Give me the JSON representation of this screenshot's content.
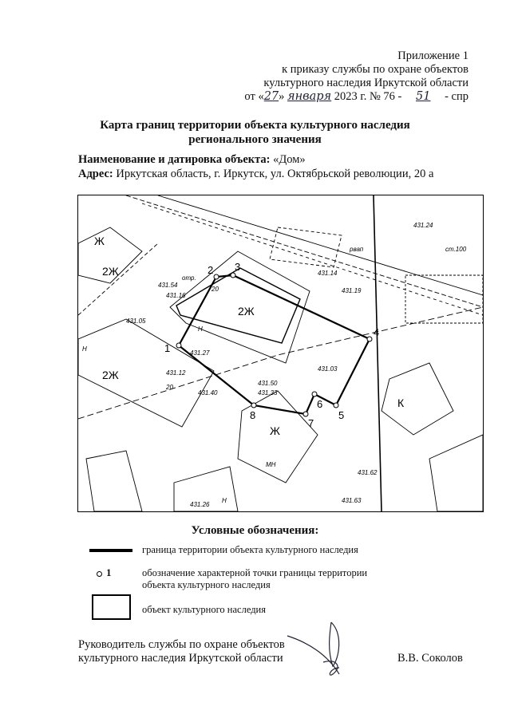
{
  "header": {
    "appendix": "Приложение 1",
    "line2": "к приказу службы по охране объектов",
    "line3": "культурного наследия Иркутской области",
    "date_prefix": "от «",
    "day": "27",
    "date_mid": "»",
    "month": "января",
    "year_no": "2023 г. № 76 -",
    "number": "51",
    "suffix": "- спр"
  },
  "title": {
    "line1": "Карта границ территории объекта культурного наследия",
    "line2": "регионального значения"
  },
  "object": {
    "name_label": "Наименование и датировка объекта:",
    "name_value": "«Дом»",
    "address_label": "Адрес:",
    "address_value": "Иркутская область, г. Иркутск, ул. Октябрьской революции, 20 а"
  },
  "map": {
    "boundary_points": [
      "1",
      "2",
      "3",
      "4",
      "5",
      "6",
      "7",
      "8"
    ],
    "labels": {
      "main_building": "2Ж",
      "house_no": "20",
      "b_left": "2Ж",
      "b_left_no": "20",
      "b_top_left": "Ж",
      "b_tl2": "2Ж",
      "b_bottom": "Ж",
      "b_bottom2": "МН",
      "b_right": "К",
      "n1": "Н",
      "n2": "Н",
      "n3": "Н",
      "e1": "431.54",
      "e2": "431.27",
      "e3": "431.40",
      "e4": "431.03",
      "e5": "431.26",
      "e6": "431.16",
      "e7": "431.05",
      "e8": "431.33",
      "e9": "431.19",
      "e10": "431.14",
      "e11": "431.24",
      "e12": "431.62",
      "e13": "431.63",
      "e14": "431.12",
      "e15": "431.50",
      "otr": "отр.",
      "ct": "ст.100",
      "road": "рвап"
    }
  },
  "legend": {
    "title": "Условные обозначения:",
    "boundary": "граница территории объекта культурного наследия",
    "point_symbol": "1",
    "point_line1": "обозначение характерной точки границы территории",
    "point_line2": "объекта культурного наследия",
    "object": "объект культурного наследия"
  },
  "signature": {
    "line1": "Руководитель службы по охране объектов",
    "line2": "культурного наследия Иркутской области",
    "name": "В.В. Соколов"
  }
}
